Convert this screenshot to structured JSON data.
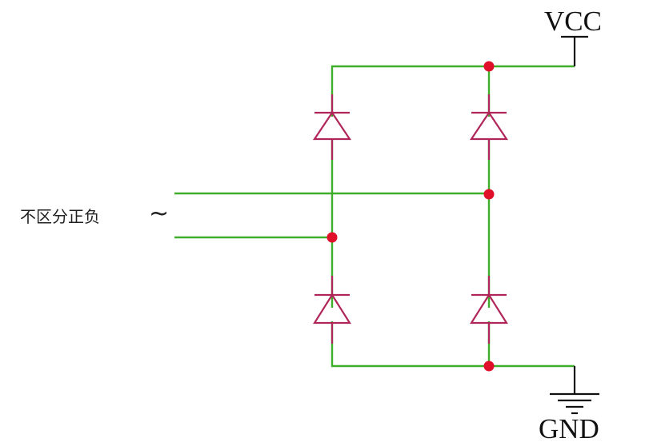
{
  "labels": {
    "vcc": "VCC",
    "gnd": "GND",
    "input_note": "不区分正负",
    "ac_symbol": "~"
  },
  "colors": {
    "wire": "#3fae2a",
    "diode": "#b0265a",
    "junction": "#e0102a",
    "power_symbol": "#111111"
  },
  "components": {
    "diodes": [
      "diode-top-left",
      "diode-top-right",
      "diode-bottom-left",
      "diode-bottom-right"
    ],
    "power": [
      "vcc-symbol",
      "ground-symbol"
    ]
  }
}
